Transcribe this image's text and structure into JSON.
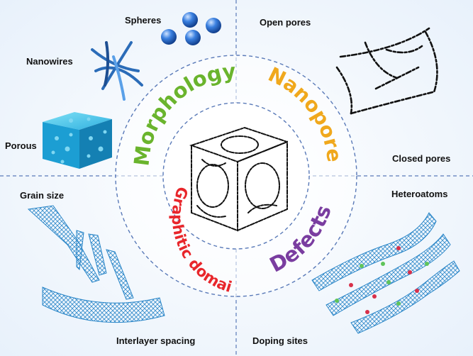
{
  "center": {
    "label": ""
  },
  "quadrants": {
    "morphology": {
      "title": "Morphology",
      "color": "#6ab42d"
    },
    "nanopores": {
      "title": "Nanopores",
      "color": "#f0a81c"
    },
    "graphitic": {
      "title": "Graphitic domains",
      "color": "#e8262b"
    },
    "defects": {
      "title": "Defects",
      "color": "#7a3da0"
    }
  },
  "labels": {
    "spheres": "Spheres",
    "nanowires": "Nanowires",
    "porous": "Porous",
    "open_pores": "Open pores",
    "closed_pores": "Closed pores",
    "grain_size": "Grain size",
    "interlayer_spacing": "Interlayer spacing",
    "heteroatoms": "Heteroatoms",
    "doping_sites": "Doping sites"
  },
  "colors": {
    "accent_blue": "#2a86c8",
    "divider": "#5a7ab8",
    "sphere_blue": "#2d6fd0",
    "dopant_green": "#5fc45a",
    "dopant_red": "#d8304a"
  },
  "icons": [
    "sphere-cluster-icon",
    "nanowire-icon",
    "porous-cube-icon",
    "open-pore-sketch",
    "center-cube-sketch",
    "graphene-sheet-icon",
    "doped-ribbon-icon"
  ]
}
